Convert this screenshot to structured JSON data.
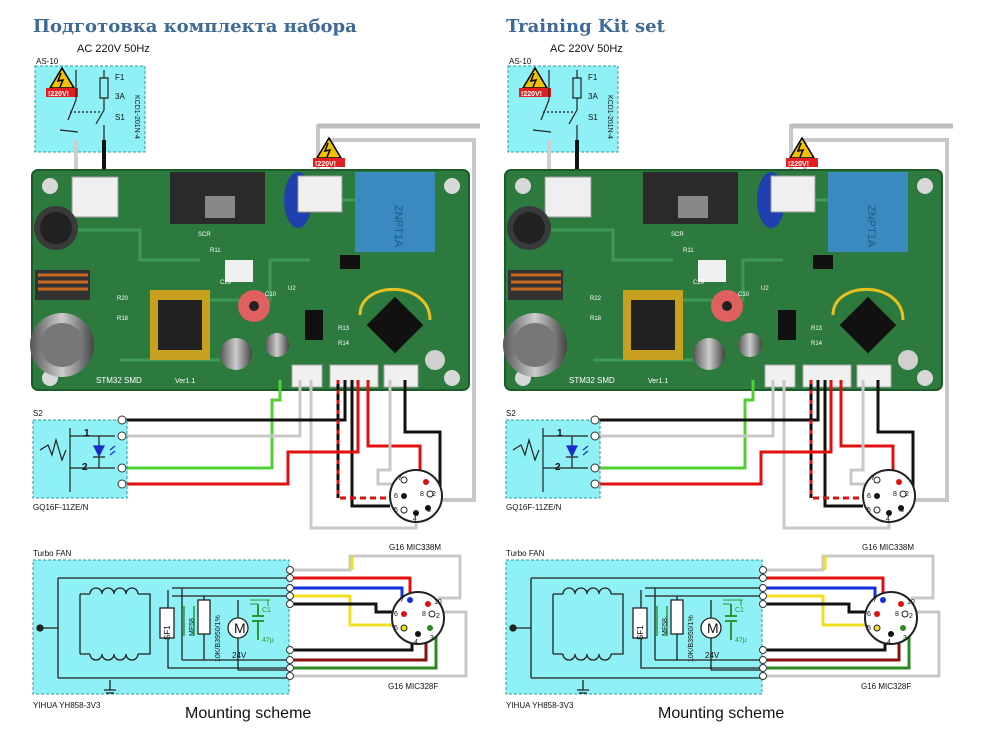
{
  "panels": [
    {
      "title": "Подготовка комплекта набора",
      "power": "AC 220V 50Hz",
      "switch_module": "AS-10",
      "warning": "!220V!",
      "fuse": "F1",
      "fuse_rating": "3A",
      "switch": "S1",
      "switch_part": "KCD1-201N-4",
      "pcb_brand": "STM32 SMD",
      "pcb_ver": "Ver1.1",
      "pcb_labels": [
        "SCR",
        "R11",
        "C29",
        "R20",
        "R18",
        "C10",
        "R13",
        "R14",
        "U2"
      ],
      "sensor_name": "S2",
      "sensor_part": "GQ16F-11ZE/N",
      "sensor_pin1": "1",
      "sensor_pin2": "2",
      "connector_top": "G16 MIC338M",
      "fan_title": "Turbo FAN",
      "fan_part": "YIHUA YH858-3V3",
      "sf1": "SF1",
      "mf58": "MF58",
      "ntc": "10K/B3950/1%",
      "motor": "M",
      "motor_voltage": "24V",
      "cap_name": "C1",
      "cap_value": "47µ",
      "connector_bottom": "G16 MIC328F",
      "caption": "Mounting scheme"
    },
    {
      "title": "Training Kit set",
      "power": "AC 220V 50Hz",
      "switch_module": "AS-10",
      "warning": "!220V!",
      "fuse": "F1",
      "fuse_rating": "3A",
      "switch": "S1",
      "switch_part": "KCD1-201N-4",
      "pcb_brand": "STM32 SMD",
      "pcb_ver": "Ver1.1",
      "pcb_labels": [
        "SCR",
        "R11",
        "C29",
        "R22",
        "R18",
        "C10",
        "R13",
        "R14",
        "U2"
      ],
      "sensor_name": "S2",
      "sensor_part": "GQ16F-11ZE/N",
      "sensor_pin1": "1",
      "sensor_pin2": "2",
      "connector_top": "G16 MIC338M",
      "fan_title": "Turbo FAN",
      "fan_part": "YIHUA YH858-3V3",
      "sf1": "SF1",
      "mf58": "MF58",
      "ntc": "10K/B3950/1%",
      "motor": "M",
      "motor_voltage": "24V",
      "cap_name": "C1",
      "cap_value": "47µ",
      "connector_bottom": "G16 MIC328F",
      "caption": "Mounting scheme"
    }
  ],
  "colors": {
    "title": "#3d6a97",
    "module_fill": "#8ff0f5",
    "module_border": "#2b9aa8",
    "pcb": "#2d7a3e",
    "wire_red": "#e01010",
    "wire_black": "#111111",
    "wire_gray": "#c8c8c8",
    "wire_green": "#50d030",
    "wire_yellow": "#f0e020",
    "wire_blue": "#1030e0",
    "wire_darkred": "#8a1010",
    "wire_darkgreen": "#2a8a20"
  }
}
